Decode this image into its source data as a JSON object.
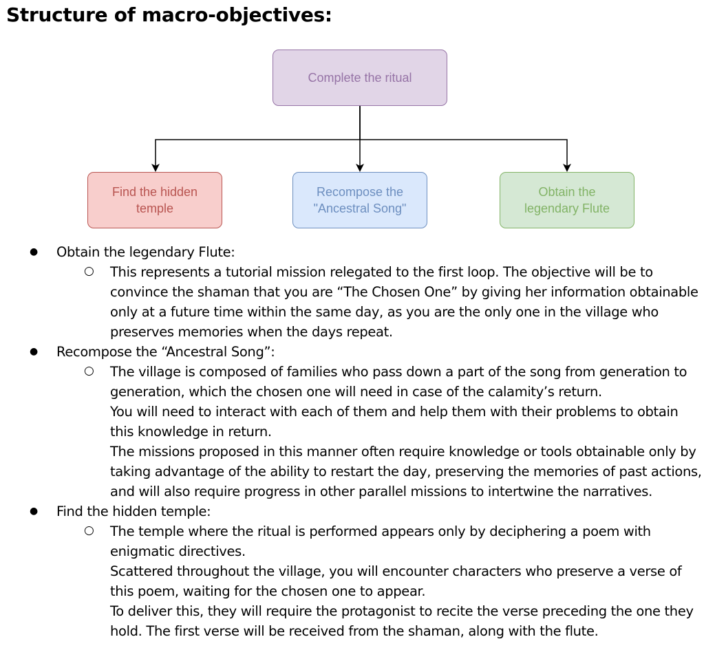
{
  "document": {
    "title": "Structure of macro-objectives:"
  },
  "diagram": {
    "root": [
      "Complete the ritual"
    ],
    "children": {
      "temple": [
        "Find the hidden",
        "temple"
      ],
      "song": [
        "Recompose the",
        "\"Ancestral Song\""
      ],
      "flute": [
        "Obtain the",
        "legendary Flute"
      ]
    },
    "colors": {
      "root_fill": "#e1d5e7",
      "root_stroke": "#9673a6",
      "temple_fill": "#f8cecc",
      "temple_stroke": "#b85450",
      "song_fill": "#dae8fc",
      "song_stroke": "#6c8ebf",
      "flute_fill": "#d5e8d4",
      "flute_stroke": "#82b366",
      "connector": "#000000"
    }
  },
  "sections": [
    {
      "heading": "Obtain the legendary Flute:",
      "lines": [
        "This represents a tutorial mission relegated to the first loop. The objective will be to",
        "convince the shaman that you are “The Chosen One” by giving her information obtainable",
        "only at a future time within the same day, as you are the only one in the village who",
        "preserves memories when the days repeat."
      ]
    },
    {
      "heading": "Recompose the “Ancestral Song”:",
      "lines": [
        "The village is composed of families who pass down a part of the song from generation to",
        "generation, which the chosen one will need in case of the calamity’s return.",
        "You will need to interact with each of them and help them with their problems to obtain",
        "this knowledge in return.",
        "The missions proposed in this manner often require knowledge or tools obtainable only by",
        "taking advantage of the ability to restart the day, preserving the memories of past actions,",
        "and will also require progress in other parallel missions to intertwine the narratives."
      ]
    },
    {
      "heading": "Find the hidden temple:",
      "lines": [
        "The temple where the ritual is performed appears only by deciphering a poem with",
        "enigmatic directives.",
        "Scattered throughout the village, you will encounter characters who preserve a verse of",
        "this poem, waiting for the chosen one to appear.",
        "To deliver this, they will require the protagonist to recite the verse preceding the one they",
        "hold. The first verse will be received from the shaman, along with the flute."
      ]
    }
  ]
}
